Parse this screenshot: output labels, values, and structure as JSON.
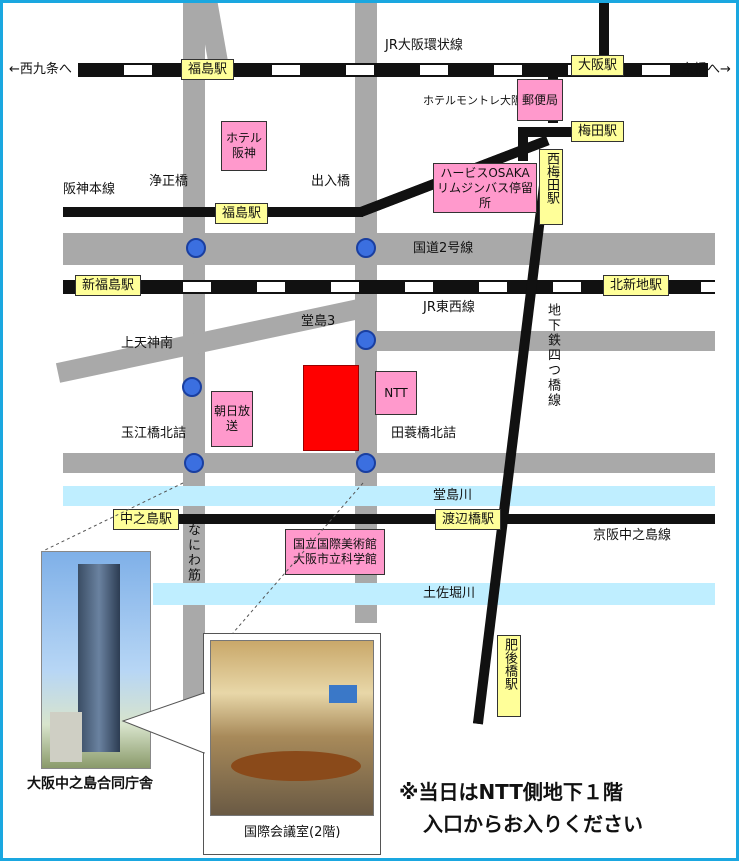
{
  "rail_lines": {
    "jr_loop": "JR大阪環状線",
    "hanshin": "阪神本線",
    "jr_tozai": "JR東西線",
    "keihan": "京阪中之島線",
    "west_arrow": "←西九条へ",
    "east_arrow": "京橋へ→"
  },
  "roads": {
    "route2": "国道2号線",
    "naniwa": "なにわ筋",
    "subway_yotsubashi": "地下鉄四つ橋線"
  },
  "rivers": {
    "dojima": "堂島川",
    "tosabori": "土佐堀川"
  },
  "stations": {
    "fukushima_jr": "福島駅",
    "osaka": "大阪駅",
    "umeda": "梅田駅",
    "fukushima_hanshin": "福島駅",
    "nishi_umeda": "西梅田駅",
    "shin_fukushima": "新福島駅",
    "kita_shinchi": "北新地駅",
    "nakanoshima": "中之島駅",
    "watanabebashi": "渡辺橋駅",
    "higobashi": "肥後橋駅"
  },
  "landmarks": {
    "hotel_hanshin": "ホテル阪神",
    "hotel_monterey": "ホテルモントレ大阪",
    "post_office": "郵便局",
    "hervis_line1": "ハービスOSAKA",
    "hervis_line2": "リムジンバス停留所",
    "ntt": "NTT",
    "asahi": "朝日放送",
    "museum_line1": "国立国際美術館",
    "museum_line2": "大阪市立科学館"
  },
  "intersections": {
    "joseibashi": "浄正橋",
    "deirebashi": "出入橋",
    "dojima3": "堂島3",
    "kamitenjin": "上天神南",
    "tamaebashi": "玉江橋北詰",
    "tabibashi": "田蓑橋北詰"
  },
  "photos": {
    "building_caption": "大阪中之島合同庁舎",
    "room_caption": "国際会議室(2階)"
  },
  "notice": {
    "line1": "※当日はNTT側地下１階",
    "line2": "入口からお入りください"
  },
  "colors": {
    "frame": "#1aa7e0",
    "road": "#a9a9a9",
    "river": "#bfeeff",
    "station": "#ffff99",
    "landmark": "#ff99cc",
    "venue": "#ff0000",
    "intersection": "#3b6fe0"
  }
}
